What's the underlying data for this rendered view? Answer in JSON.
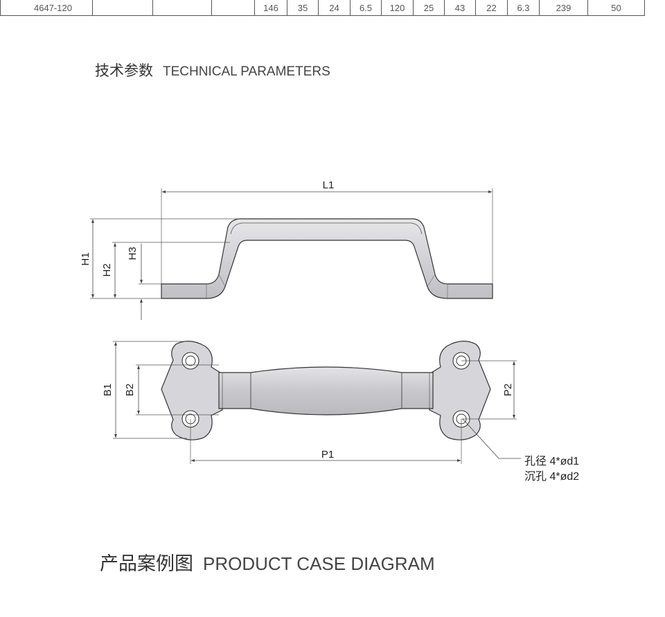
{
  "spec_row": {
    "model": "4647-120",
    "cells": [
      "",
      "",
      "",
      "146",
      "35",
      "24",
      "6.5",
      "120",
      "25",
      "43",
      "22",
      "6.3",
      "239",
      "50"
    ]
  },
  "technical": {
    "title_cn": "技术参数",
    "title_en": "TECHNICAL PARAMETERS"
  },
  "dimensions": {
    "L1": "L1",
    "H1": "H1",
    "H2": "H2",
    "H3": "H3",
    "B1": "B1",
    "B2": "B2",
    "P1": "P1",
    "P2": "P2"
  },
  "notes": {
    "hole": "孔径 4*ød1",
    "countersink": "沉孔 4*ød2"
  },
  "case": {
    "title_cn": "产品案例图",
    "title_en": "PRODUCT CASE DIAGRAM"
  },
  "colors": {
    "handle_fill": "#cfcfd3",
    "handle_stroke": "#333333",
    "dimension_line": "#444444"
  }
}
